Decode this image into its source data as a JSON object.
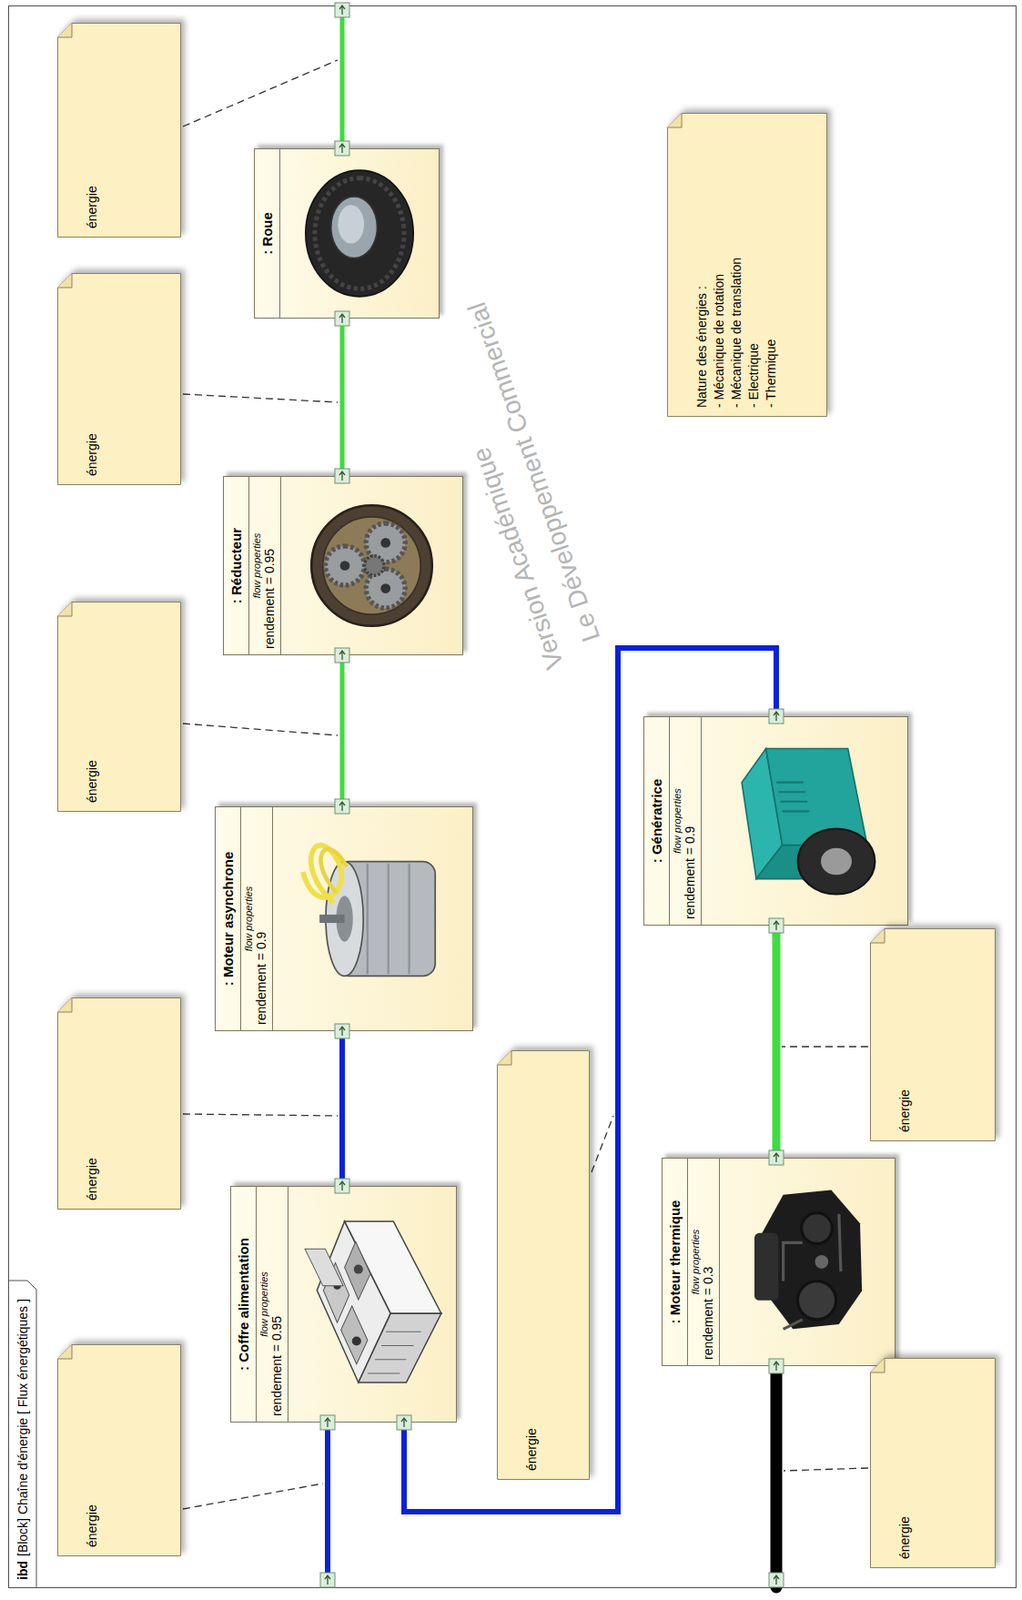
{
  "diagram": {
    "nodes": [
      {
        "text": [
          "ibd",
          "[Block] Chaîne d'énergie [ Flux énergétiques ]"
        ]
      },
      {
        "text": [
          ": Coffre alimentation",
          "flow properties",
          "rendement = 0.95"
        ],
        "in": 0
      },
      {
        "text": [
          ": Moteur asynchrone",
          "flow properties",
          "rendement = 0.9"
        ],
        "in": 0
      },
      {
        "text": [
          ": Réducteur",
          "flow properties",
          "rendement = 0.95"
        ],
        "in": 0
      },
      {
        "text": [
          ": Roue"
        ],
        "in": 0
      },
      {
        "text": [
          ": Moteur thermique",
          "flow properties",
          "rendement = 0.3"
        ],
        "in": 0
      },
      {
        "text": [
          ": Génératrice",
          "flow properties",
          "rendement = 0.9"
        ],
        "in": 0
      },
      {
        "text": [
          "énergie"
        ],
        "in": 0
      },
      {
        "text": [
          "énergie"
        ],
        "in": 0
      },
      {
        "text": [
          "énergie"
        ],
        "in": 0
      },
      {
        "text": [
          "énergie"
        ],
        "in": 0
      },
      {
        "text": [
          "énergie"
        ],
        "in": 0
      },
      {
        "text": [
          "énergie"
        ],
        "in": 0
      },
      {
        "text": [
          "énergie"
        ],
        "in": 0
      },
      {
        "text": [
          "énergie"
        ],
        "in": 0
      },
      {
        "text": [
          "Nature des énergies :",
          "- Mécanique de rotation",
          "- Mécanique de translation",
          "- Electrique",
          "- Thermique"
        ],
        "in": 0
      }
    ],
    "edges": [
      {
        "from": 0,
        "to": 1,
        "arrow": "none"
      },
      {
        "from": 6,
        "to": 1,
        "arrow": "none"
      },
      {
        "from": 1,
        "to": 2,
        "arrow": "none"
      },
      {
        "from": 2,
        "to": 3,
        "arrow": "none"
      },
      {
        "from": 3,
        "to": 4,
        "arrow": "none"
      },
      {
        "from": 4,
        "to": 0,
        "arrow": "none"
      },
      {
        "from": 0,
        "to": 5,
        "arrow": "none"
      },
      {
        "from": 5,
        "to": 6,
        "arrow": "none"
      }
    ],
    "labels": [
      "Version Académique",
      "Le Développement Commercial"
    ]
  }
}
